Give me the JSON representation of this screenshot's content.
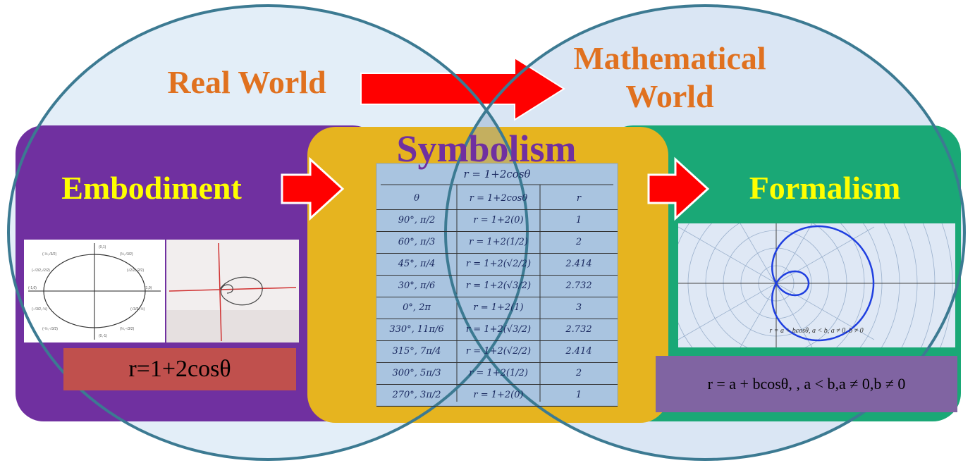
{
  "regions": {
    "real_world": "Real World",
    "mathematical_world_line1": "Mathematical",
    "mathematical_world_line2": "World"
  },
  "worlds": {
    "embodiment": {
      "title": "Embodiment",
      "formula": "r=1+2cosθ"
    },
    "symbolism": {
      "title": "Symbolism"
    },
    "formalism": {
      "title": "Formalism",
      "formula": "r = a + bcosθ, , a < b,a ≠ 0,b ≠ 0"
    }
  },
  "table": {
    "header": "r = 1+2cosθ",
    "columns": [
      "θ",
      "r = 1+2cosθ",
      "r"
    ],
    "rows": [
      [
        "90°, π/2",
        "r = 1+2(0)",
        "1"
      ],
      [
        "60°, π/3",
        "r = 1+2(1/2)",
        "2"
      ],
      [
        "45°, π/4",
        "r = 1+2(√2/2)",
        "2.414"
      ],
      [
        "30°, π/6",
        "r = 1+2(√3/2)",
        "2.732"
      ],
      [
        "0°, 2π",
        "r = 1+2(1)",
        "3"
      ],
      [
        "330°, 11π/6",
        "r = 1+2(√3/2)",
        "2.732"
      ],
      [
        "315°, 7π/4",
        "r = 1+2(√2/2)",
        "2.414"
      ],
      [
        "300°, 5π/3",
        "r = 1+2(1/2)",
        "2"
      ],
      [
        "270°, 3π/2",
        "r = 1+2(0)",
        "1"
      ]
    ]
  },
  "polar_plot_caption": "r = a + bcosθ, a < b, a ≠ 0, b ≠ 0",
  "colors": {
    "embodiment_panel": "#7030a0",
    "symbolism_panel": "#e6b41f",
    "formalism_panel": "#1aa876",
    "arrow": "#ff0000",
    "title_orange": "#e0711f",
    "title_yellow": "#ffff00",
    "formula_box_left": "#c0504d",
    "formula_box_right": "#8064a2"
  }
}
